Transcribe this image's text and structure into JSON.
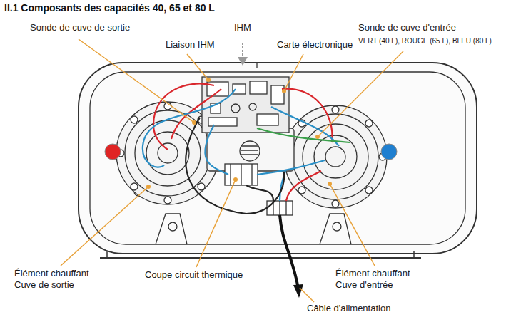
{
  "diagram": {
    "title": "II.1 Composants des capacités 40, 65 et 80 L",
    "labels": [
      "Sonde de cuve de sortie",
      "IHM",
      "Liaison IHM",
      "Carte électronique",
      "Sonde de cuve d'entrée",
      "VERT (40 L), ROUGE (65 L), BLEU (80 L)",
      "Élément chauffant Cuve de sortie",
      "Coupe circuit thermique",
      "Élément chauffant Cuve d'entrée",
      "Câble d'alimentation"
    ]
  }
}
